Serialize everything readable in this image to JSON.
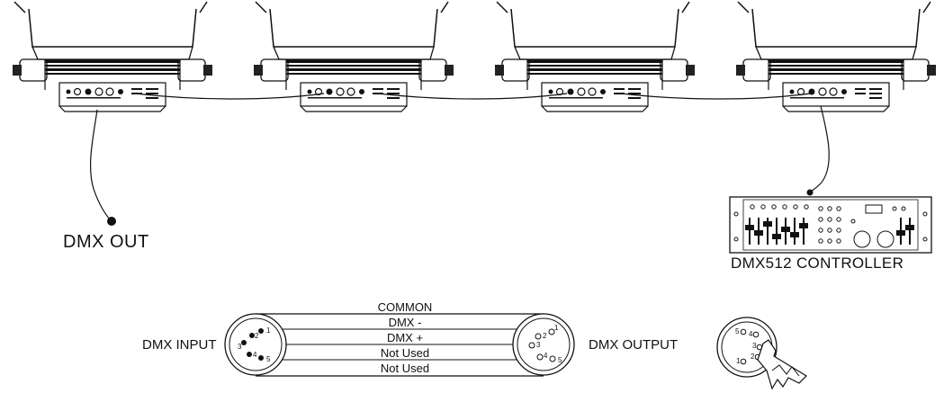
{
  "labels": {
    "dmx_out": "DMX OUT",
    "controller": "DMX512 CONTROLLER",
    "dmx_input": "DMX INPUT",
    "dmx_output": "DMX OUTPUT"
  },
  "wires": [
    "COMMON",
    "DMX -",
    "DMX +",
    "Not Used",
    "Not Used"
  ],
  "input_pins": [
    "1",
    "2",
    "3",
    "4",
    "5"
  ],
  "output_pins": [
    "1",
    "2",
    "3",
    "4",
    "5"
  ],
  "front_pins": [
    "5",
    "4",
    "3",
    "2",
    "1"
  ],
  "fixture_count": 4
}
